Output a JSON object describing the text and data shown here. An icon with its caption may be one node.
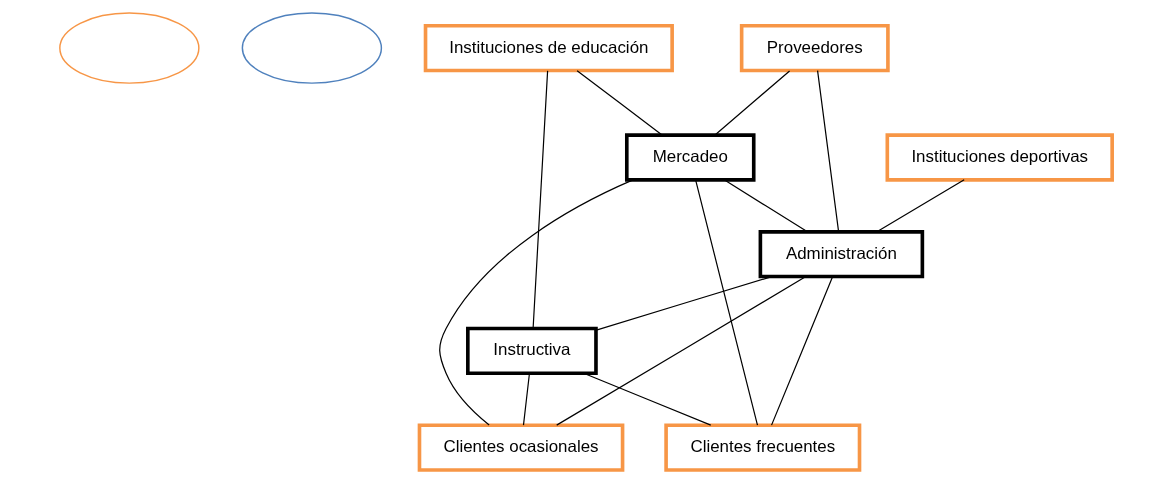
{
  "diagram": {
    "nodes": [
      {
        "text": [],
        "shape": "ellipse"
      },
      {
        "text": [],
        "shape": "ellipse"
      },
      {
        "text": [
          "Instituciones deportivas"
        ]
      },
      {
        "text": [
          "Proveedores"
        ]
      },
      {
        "text": [
          "Instructiva"
        ]
      },
      {
        "text": [
          "Instituciones de educación"
        ]
      },
      {
        "text": [
          "Administración"
        ]
      },
      {
        "text": [
          "Mercadeo"
        ]
      },
      {
        "text": [
          "Clientes frecuentes"
        ]
      },
      {
        "text": [
          "Clientes ocasionales"
        ]
      }
    ],
    "edges": [
      {
        "from": 3,
        "to": 7,
        "arrow": "none"
      },
      {
        "from": 3,
        "to": 6,
        "arrow": "none"
      },
      {
        "from": 2,
        "to": 6,
        "arrow": "none"
      },
      {
        "from": 5,
        "to": 4,
        "arrow": "none"
      },
      {
        "from": 5,
        "to": 7,
        "arrow": "none"
      },
      {
        "from": 7,
        "to": 6,
        "arrow": "none"
      },
      {
        "from": 6,
        "to": 4,
        "arrow": "none"
      },
      {
        "from": 4,
        "to": 9,
        "arrow": "none"
      },
      {
        "from": 4,
        "to": 8,
        "arrow": "none"
      },
      {
        "from": 6,
        "to": 8,
        "arrow": "none"
      },
      {
        "from": 7,
        "to": 8,
        "arrow": "none"
      },
      {
        "from": 7,
        "to": 9,
        "arrow": "none"
      },
      {
        "from": 6,
        "to": 9,
        "arrow": "none"
      }
    ]
  }
}
